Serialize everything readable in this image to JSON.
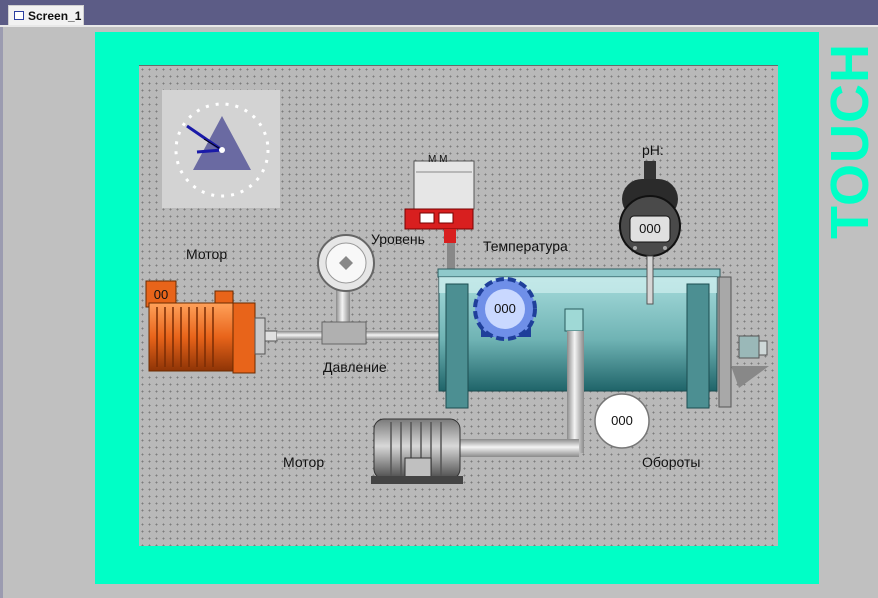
{
  "tab": {
    "label": "Screen_1",
    "icon": "screen-icon"
  },
  "watermark": "TOUCH",
  "colors": {
    "panel": "#00ffc6",
    "canvas": "#b9b9b9",
    "titlebar": "#5c5c86",
    "motor": "#e8641a",
    "valve": "#d81f1f"
  },
  "labels": {
    "motor_top": "Мотор",
    "level": "Уровень",
    "temperature": "Температура",
    "ph": "pH:",
    "pressure": "Давление",
    "motor_bottom": "Мотор",
    "rpm": "Обороты",
    "valve_tag": "M M"
  },
  "displays": {
    "motor_value": "00",
    "temperature_value": "000",
    "ph_value": "000",
    "rpm_value": "000"
  },
  "icons": [
    "clock-icon",
    "pressure-gauge-icon",
    "level-sensor-icon",
    "temperature-sensor-icon",
    "ph-meter-icon",
    "pump-motor-icon",
    "electric-motor-icon",
    "tank-icon"
  ]
}
